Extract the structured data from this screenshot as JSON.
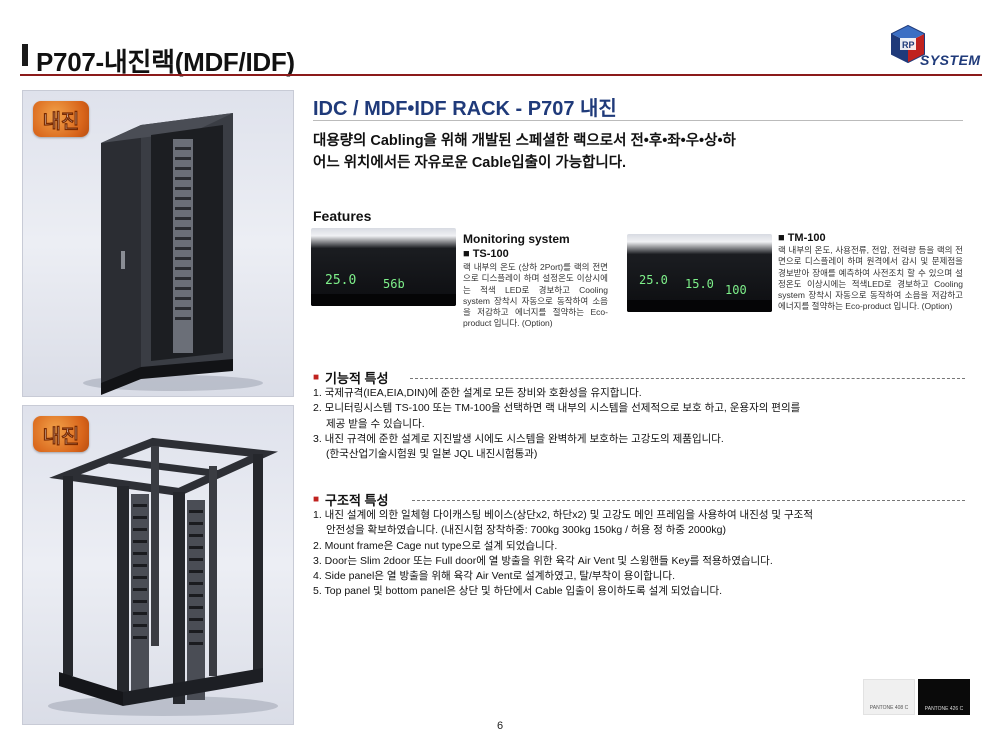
{
  "header": {
    "title": "P707-내진랙(MDF/IDF)",
    "logo_text": "SYSTEM"
  },
  "photos": {
    "badge_1": "내진",
    "badge_2": "내진"
  },
  "main": {
    "heading": "IDC / MDF•IDF RACK - P707 내진",
    "intro_line_1": "대용량의 Cabling을 위해 개발된 스페셜한 랙으로서 전•후•좌•우•상•하",
    "intro_line_2": "어느 위치에서든 자유로운 Cable입출이 가능합니다."
  },
  "features": {
    "heading": "Features",
    "monitoring_title": "Monitoring system",
    "ts100_title": "■ TS-100",
    "ts100_desc": "랙 내부의 온도 (상하 2Port)를 랙의 전면으로 디스플레이 하며 설정온도 이상시에는 적색 LED로 경보하고 Cooling system 장착시 자동으로 동작하여 소음을 저감하고 에너지를 절약하는 Eco-product 입니다. (Option)",
    "tm100_title": "■ TM-100",
    "tm100_desc": "랙 내부의 온도, 사용전류, 전압, 전력량 등을 랙의 전면으로 디스플레이 하며 원격에서 감시 및 문제점을 경보받아 장애를 예측하여 사전조치 할 수 있으며 설정온도 이상시에는 적색LED로 경보하고 Cooling system 장착시 자동으로 동작하여 소음을 저감하고 에너지를 절약하는 Eco-product 입니다. (Option)",
    "display_1": {
      "left": "25.0",
      "right": "56b"
    },
    "display_2": {
      "left": "25.0",
      "mid": "15.0",
      "right": "100"
    }
  },
  "section_1": {
    "heading": "기능적 특성",
    "items": [
      "1. 국제규격(IEA,EIA,DIN)에 준한 설계로 모든 장비와 호환성을 유지합니다.",
      "2. 모니터링시스템 TS-100 또는 TM-100을 선택하면 랙 내부의 시스템을 선제적으로 보호 하고, 운용자의 편의를",
      "제공 받을 수 있습니다.",
      "3. 내진 규격에 준한 설계로 지진발생 시에도 시스템을 완벽하게 보호하는 고강도의 제품입니다.",
      "(한국산업기술시험원 및 일본 JQL 내진시험통과)"
    ]
  },
  "section_2": {
    "heading": "구조적 특성",
    "items": [
      "1. 내진 설계에 의한 일체형 다이캐스팅 베이스(상단x2, 하단x2) 및 고강도 메인 프레임을 사용하여 내진성 및 구조적",
      "안전성을 확보하였습니다. (내진시험 장착하중: 700kg 300kg 150kg / 허용 정 하중 2000kg)",
      "2. Mount frame은 Cage nut type으로 설계 되었습니다.",
      "3. Door는 Slim 2door 또는 Full door에 열 방출을 위한 육각 Air Vent 및 스윙핸들 Key를 적용하였습니다.",
      "4. Side panel은 열 방출을 위해 육각 Air Vent로 설계하였고, 탈/부착이 용이합니다.",
      "5. Top panel 및 bottom panel은 상단 및 하단에서 Cable 입출이 용이하도록 설계 되었습니다."
    ]
  },
  "swatches": {
    "light_label": "PANTONE 408 C",
    "dark_label": "PANTONE 426 C"
  },
  "footer": {
    "page_number": "6"
  }
}
